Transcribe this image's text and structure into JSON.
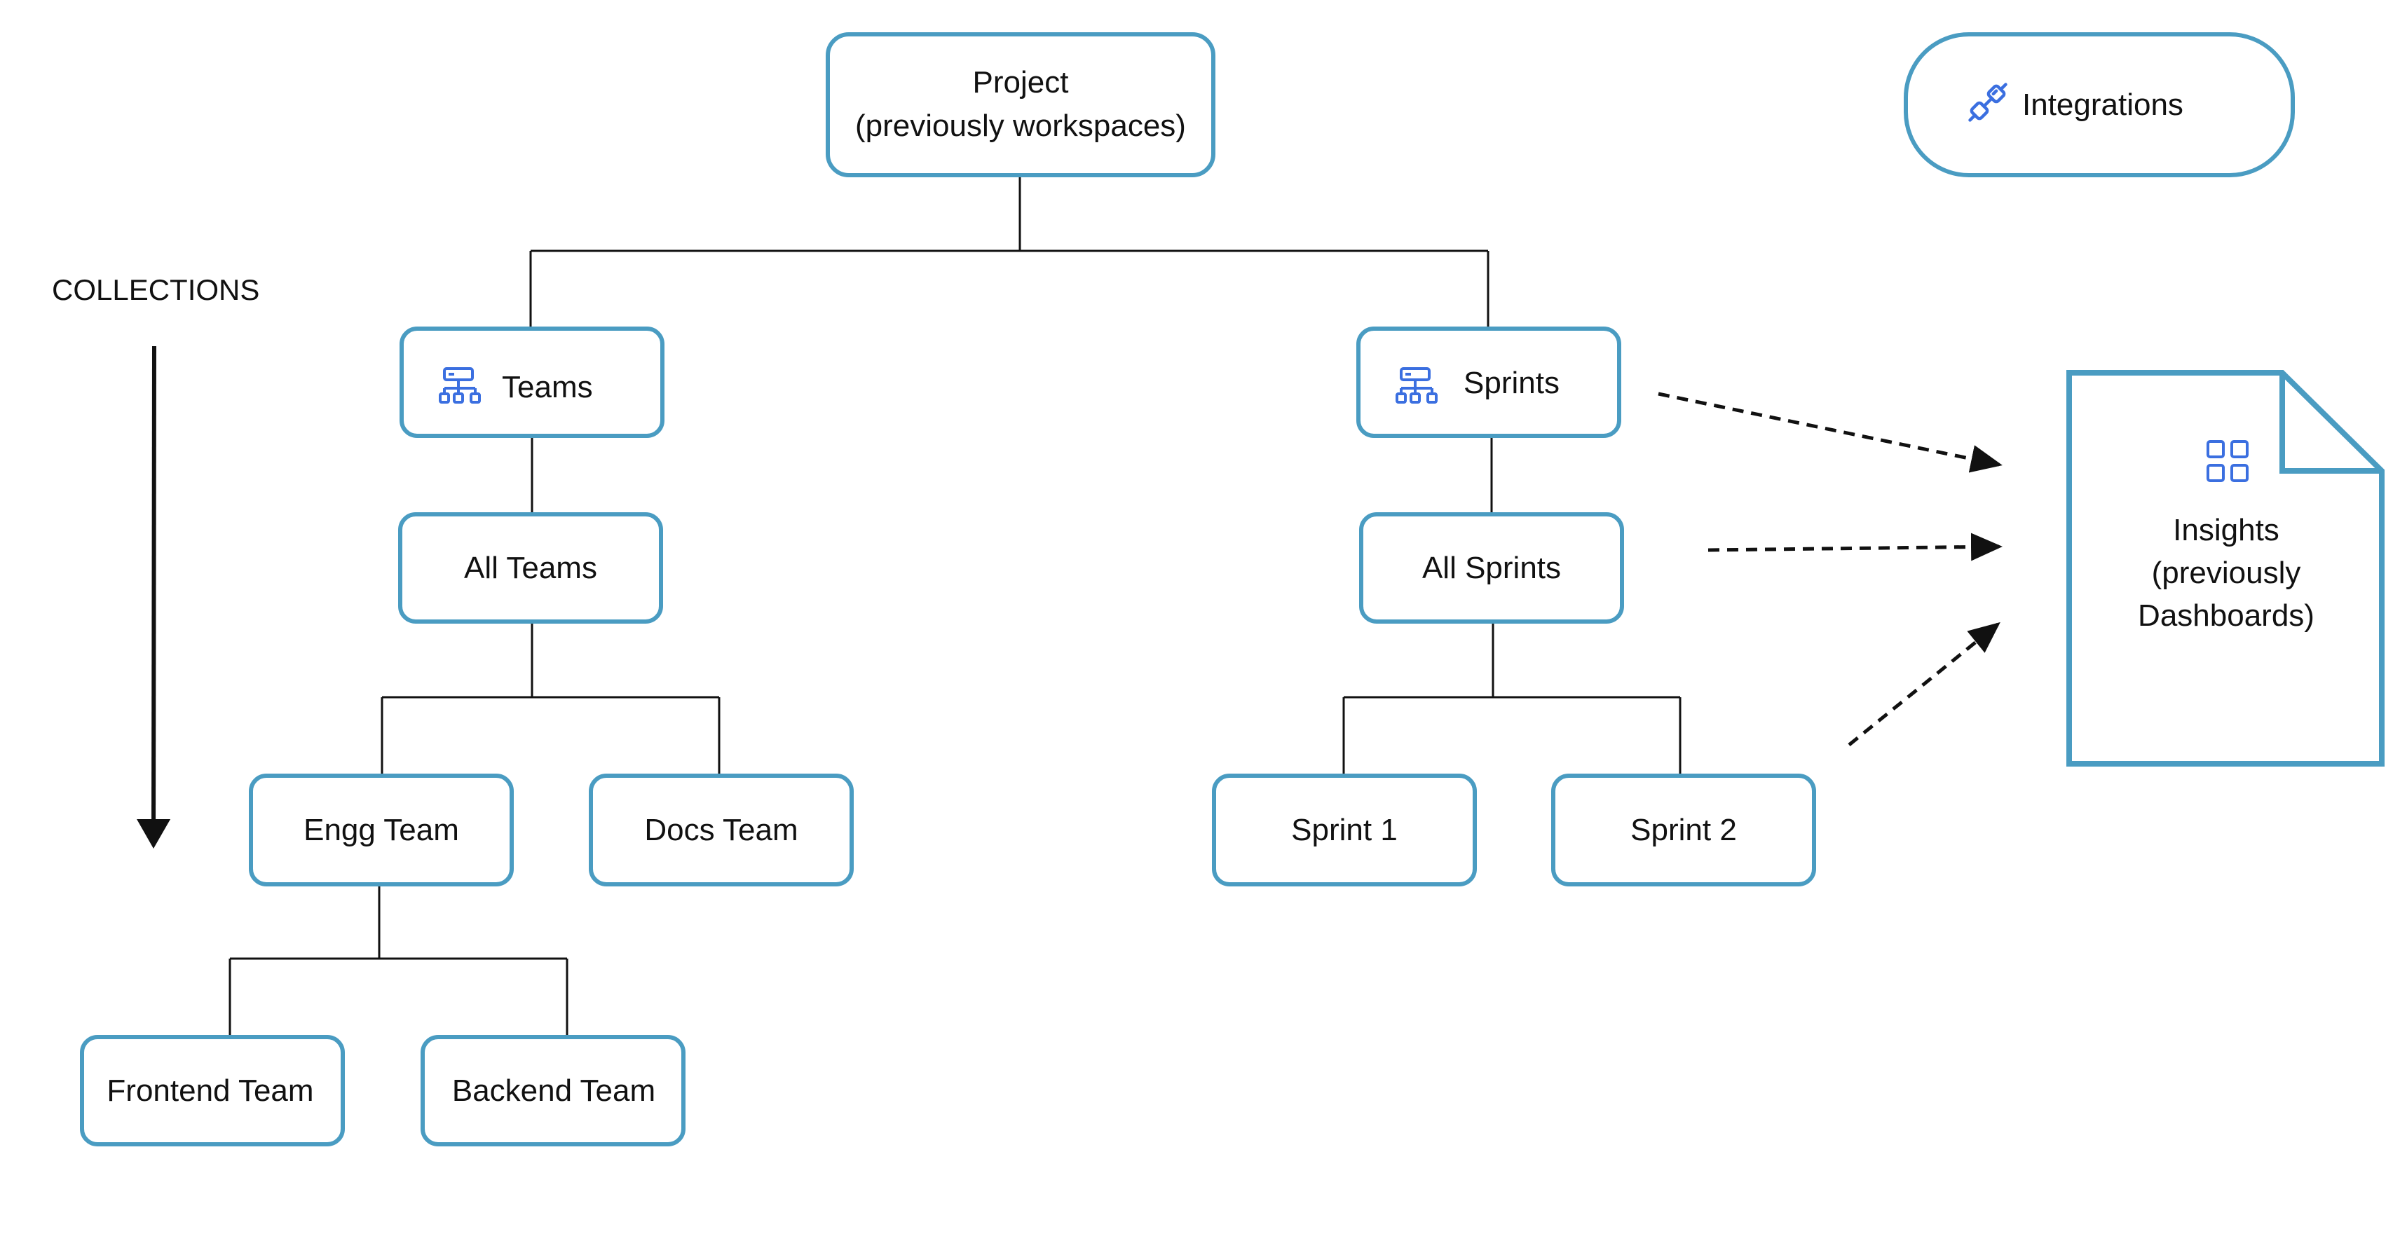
{
  "nodes": {
    "project": {
      "lines": [
        "Project",
        "(previously workspaces)"
      ]
    },
    "integrations": {
      "label": "Integrations",
      "icon": "plug-icon"
    },
    "teams": {
      "label": "Teams",
      "icon": "hierarchy-icon"
    },
    "sprints": {
      "label": "Sprints",
      "icon": "hierarchy-icon"
    },
    "all_teams": {
      "label": "All Teams"
    },
    "all_sprints": {
      "label": "All Sprints"
    },
    "engg_team": {
      "label": "Engg Team"
    },
    "docs_team": {
      "label": "Docs Team"
    },
    "sprint_1": {
      "label": "Sprint 1"
    },
    "sprint_2": {
      "label": "Sprint 2"
    },
    "frontend_team": {
      "label": "Frontend Team"
    },
    "backend_team": {
      "label": "Backend Team"
    },
    "insights": {
      "lines": [
        "Insights",
        "(previously",
        "Dashboards)"
      ],
      "icon": "grid-icon"
    }
  },
  "side_label": "COLLECTIONS",
  "colors": {
    "box_stroke": "#4a9cc2",
    "icon": "#3b6fe0",
    "line": "#111111"
  }
}
